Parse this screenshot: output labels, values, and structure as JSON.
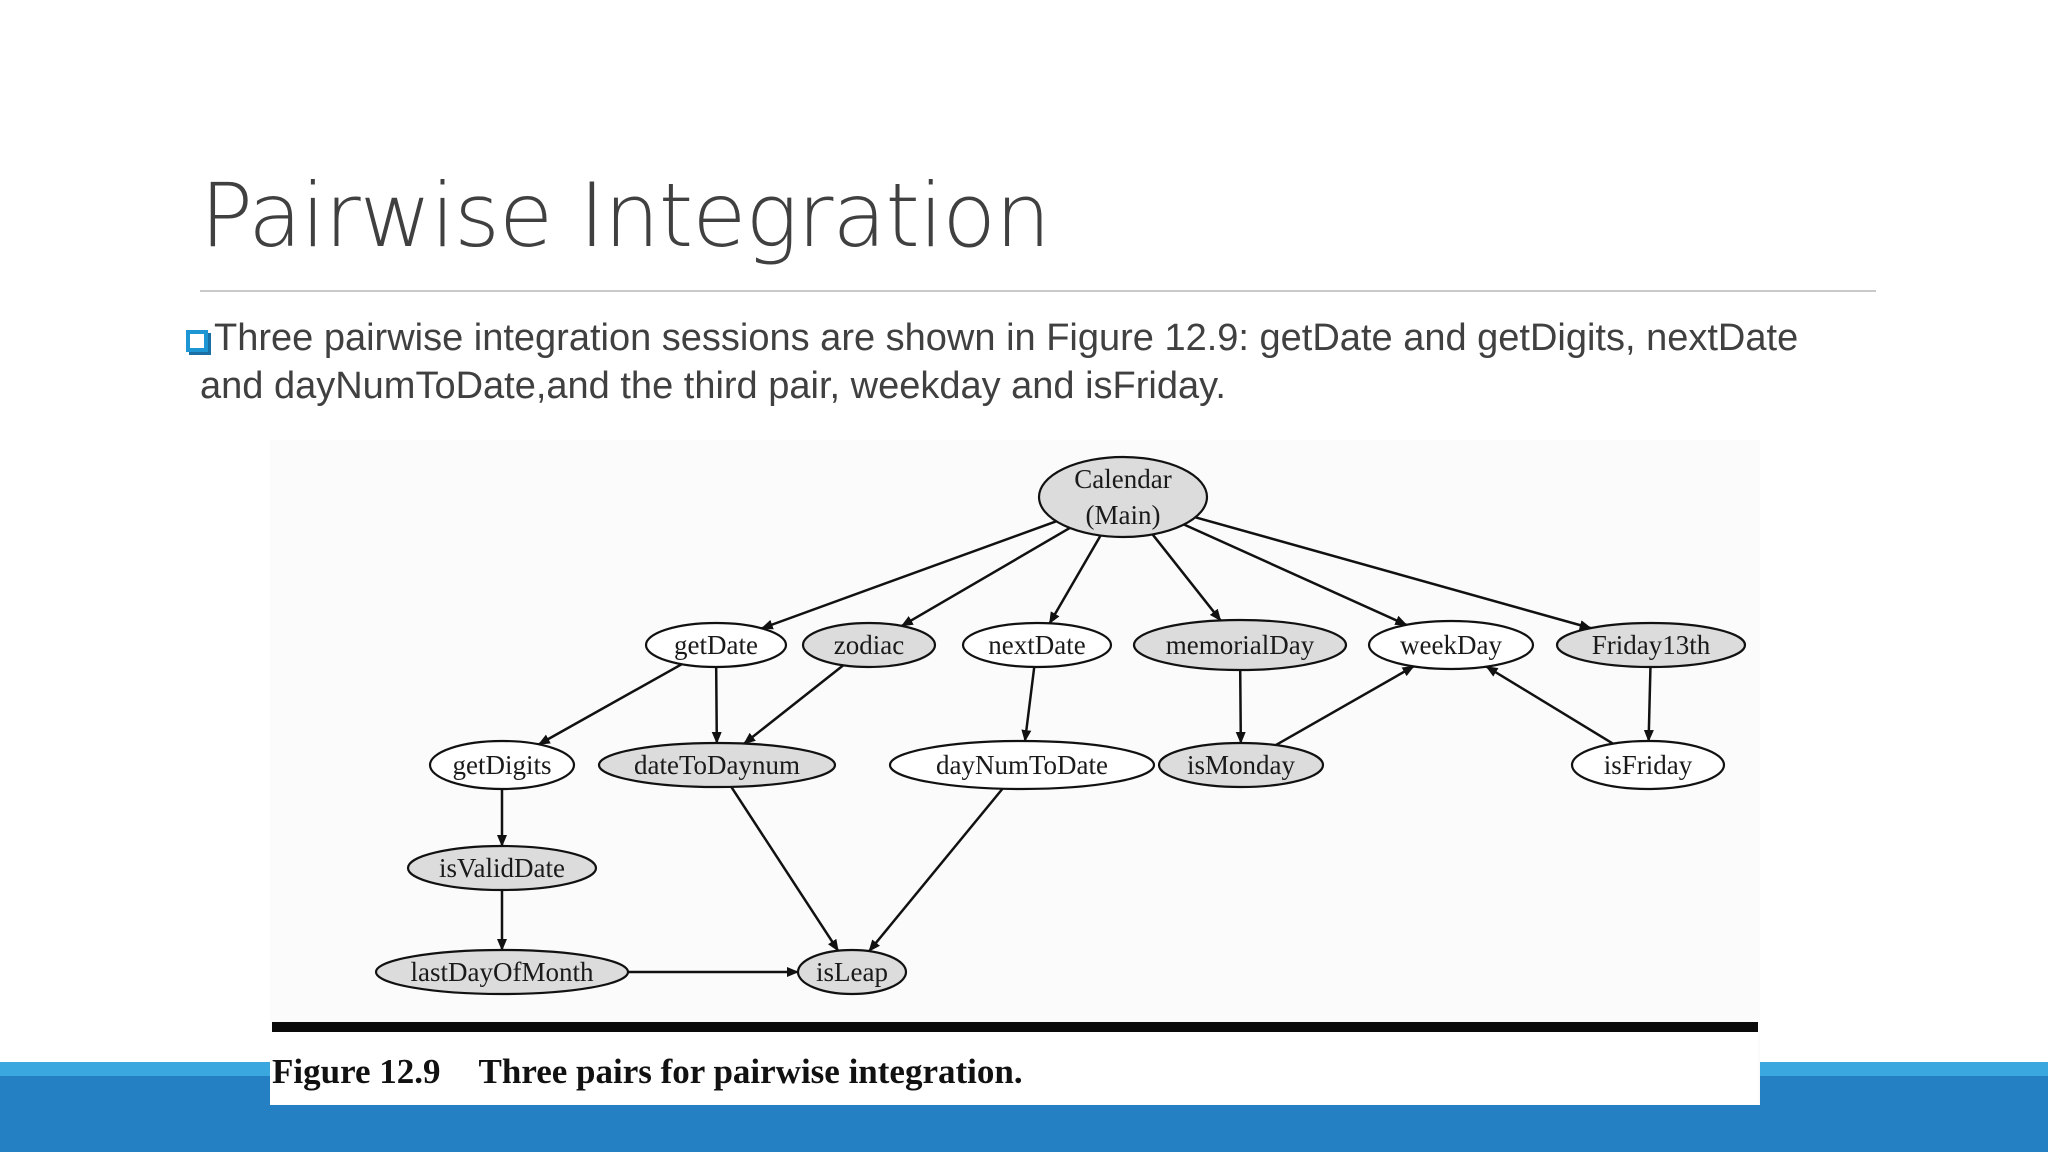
{
  "slide": {
    "title": "Pairwise Integration",
    "bullet_line1": "Three pairwise integration sessions are shown in Figure 12.9: getDate and getDigits, nextDate",
    "bullet_line2": "and dayNumToDate,and the third pair, weekday and isFriday.",
    "accent_color": "#2480c3",
    "bullet_icon": "hollow-square-bullet-icon"
  },
  "figure": {
    "caption_number": "Figure 12.9",
    "caption_text": "Three pairs for pairwise integration.",
    "nodes": [
      {
        "id": "calendar",
        "label_line1": "Calendar",
        "label_line2": "(Main)",
        "shaded": true
      },
      {
        "id": "getDate",
        "label": "getDate",
        "shaded": false
      },
      {
        "id": "zodiac",
        "label": "zodiac",
        "shaded": true
      },
      {
        "id": "nextDate",
        "label": "nextDate",
        "shaded": false
      },
      {
        "id": "memorialDay",
        "label": "memorialDay",
        "shaded": true
      },
      {
        "id": "weekDay",
        "label": "weekDay",
        "shaded": false
      },
      {
        "id": "friday13th",
        "label": "Friday13th",
        "shaded": true
      },
      {
        "id": "getDigits",
        "label": "getDigits",
        "shaded": false
      },
      {
        "id": "dateToDaynum",
        "label": "dateToDaynum",
        "shaded": true
      },
      {
        "id": "dayNumToDate",
        "label": "dayNumToDate",
        "shaded": false
      },
      {
        "id": "isMonday",
        "label": "isMonday",
        "shaded": true
      },
      {
        "id": "isFriday",
        "label": "isFriday",
        "shaded": false
      },
      {
        "id": "isValidDate",
        "label": "isValidDate",
        "shaded": true
      },
      {
        "id": "lastDayOfMonth",
        "label": "lastDayOfMonth",
        "shaded": true
      },
      {
        "id": "isLeap",
        "label": "isLeap",
        "shaded": true
      }
    ],
    "edges": [
      [
        "calendar",
        "getDate"
      ],
      [
        "calendar",
        "zodiac"
      ],
      [
        "calendar",
        "nextDate"
      ],
      [
        "calendar",
        "memorialDay"
      ],
      [
        "calendar",
        "weekDay"
      ],
      [
        "calendar",
        "friday13th"
      ],
      [
        "getDate",
        "getDigits"
      ],
      [
        "getDate",
        "dateToDaynum"
      ],
      [
        "zodiac",
        "dateToDaynum"
      ],
      [
        "nextDate",
        "dayNumToDate"
      ],
      [
        "memorialDay",
        "isMonday"
      ],
      [
        "isMonday",
        "weekDay"
      ],
      [
        "isFriday",
        "weekDay"
      ],
      [
        "friday13th",
        "isFriday"
      ],
      [
        "getDigits",
        "isValidDate"
      ],
      [
        "isValidDate",
        "lastDayOfMonth"
      ],
      [
        "lastDayOfMonth",
        "isLeap"
      ],
      [
        "dateToDaynum",
        "isLeap"
      ],
      [
        "dayNumToDate",
        "isLeap"
      ]
    ]
  }
}
